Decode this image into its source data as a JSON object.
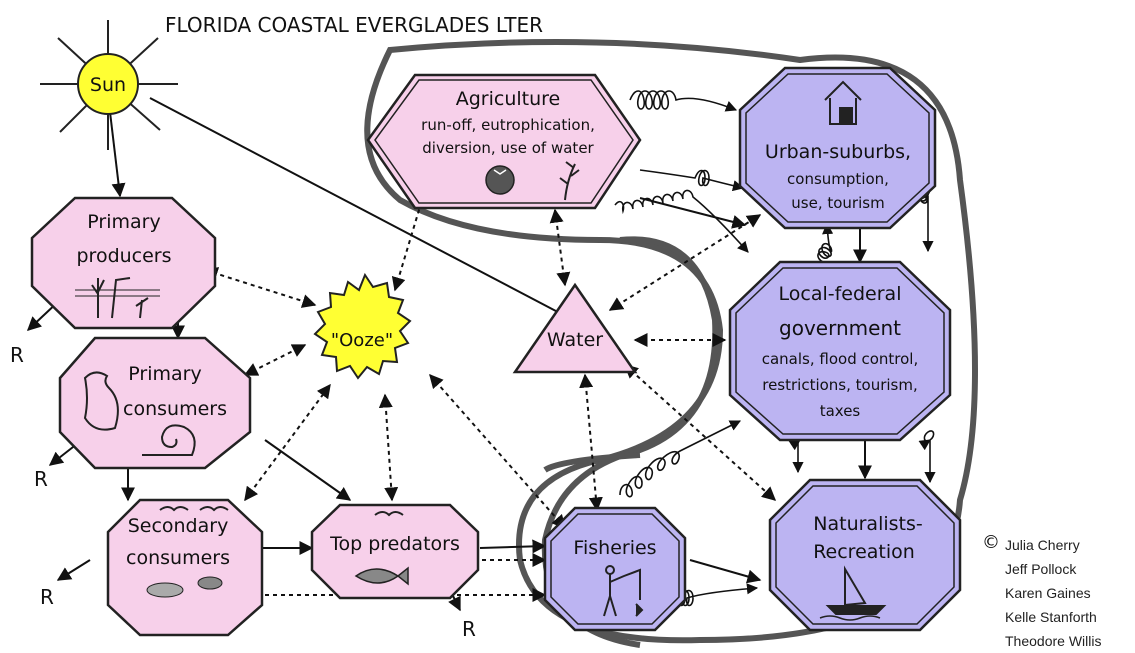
{
  "title": "FLORIDA COASTAL EVERGLADES LTER",
  "nodes": {
    "sun": "Sun",
    "ooze": "\"Ooze\"",
    "water": "Water",
    "primary_producers": [
      "Primary",
      "producers"
    ],
    "primary_consumers": [
      "Primary",
      "consumers"
    ],
    "secondary_consumers": [
      "Secondary",
      "consumers"
    ],
    "top_predators": "Top predators",
    "agriculture": [
      "Agriculture",
      "run-off, eutrophication,",
      "diversion, use of water"
    ],
    "urban": [
      "Urban-suburbs,",
      "consumption,",
      "use, tourism"
    ],
    "government": [
      "Local-federal",
      "government",
      "canals, flood control,",
      "restrictions, tourism,",
      "taxes"
    ],
    "fisheries": "Fisheries",
    "naturalists": [
      "Naturalists-",
      "Recreation"
    ]
  },
  "respiration_label": "R",
  "copyright_symbol": "©",
  "credits": [
    "Julia Cherry",
    "Jeff Pollock",
    "Karen Gaines",
    "Kelle Stanforth",
    "Theodore Willis"
  ],
  "colors": {
    "natural_node": "#f7d0ea",
    "human_node": "#bcb4f2",
    "sun_ooze": "#ffff33"
  }
}
